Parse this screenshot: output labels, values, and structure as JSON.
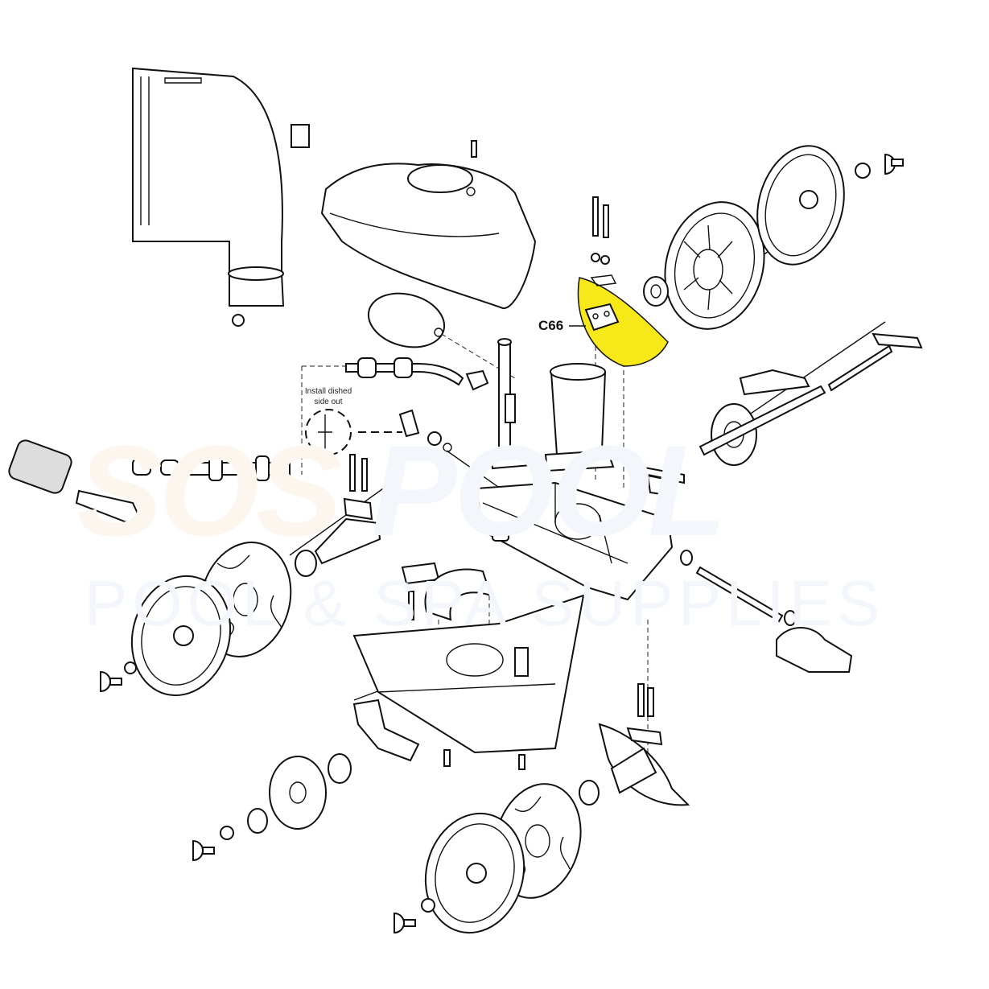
{
  "watermark": {
    "brand_part1": "SOS",
    "brand_part2": "POOL",
    "tagline": "POOL & SPA SUPPLIES"
  },
  "callout": {
    "part_code": "C66",
    "highlight_color": "#f7e81a"
  },
  "note": {
    "line1": "Install dished",
    "line2": "side out"
  }
}
